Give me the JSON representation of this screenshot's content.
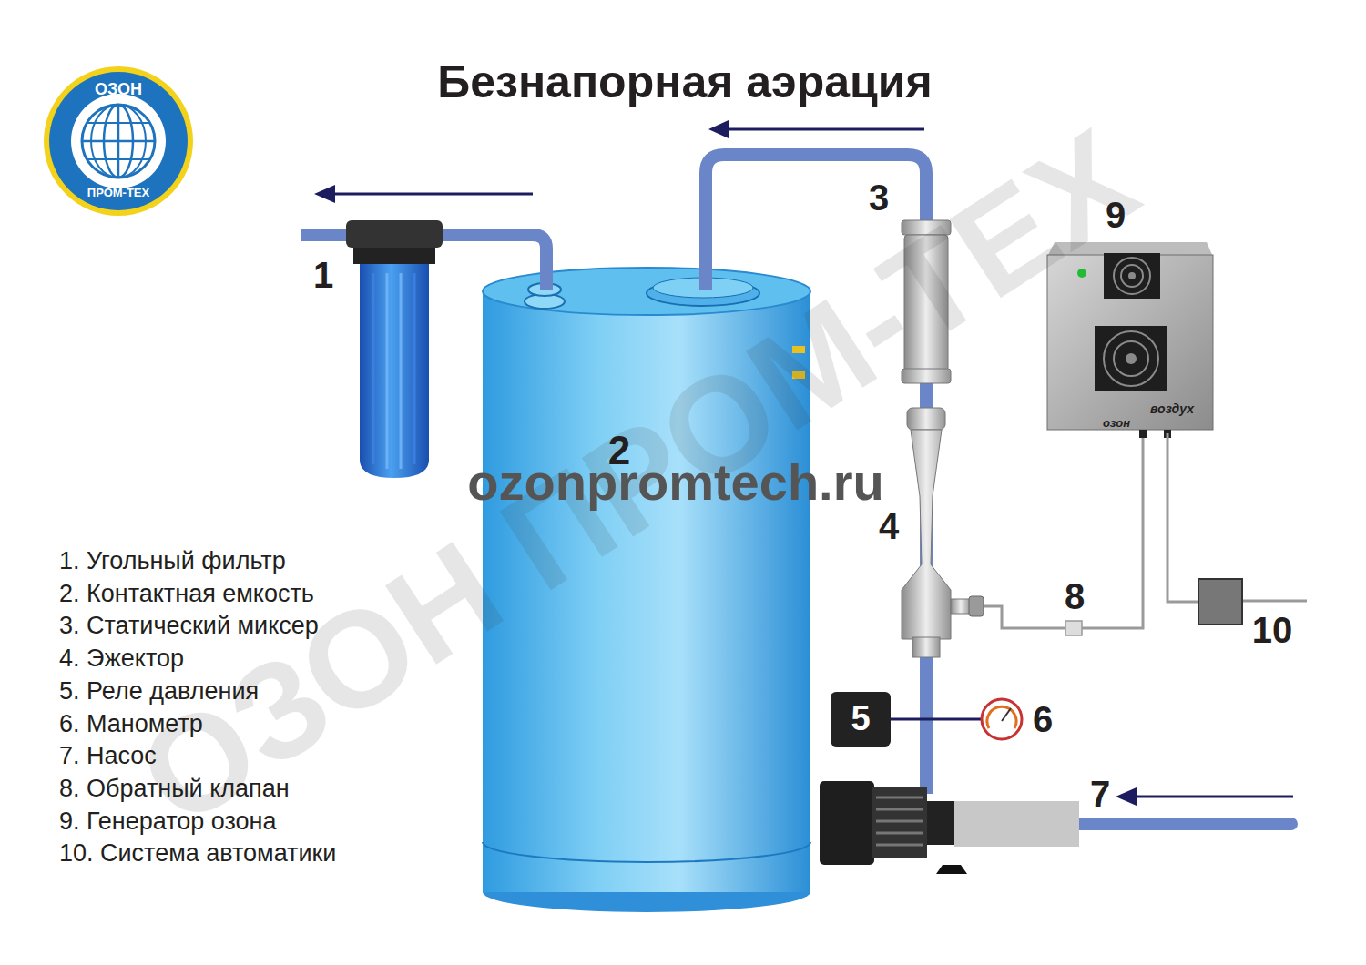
{
  "diagram": {
    "title": "Безнапорная аэрация",
    "nodes": [
      {
        "text": [
          "2"
        ]
      },
      {
        "text": [
          "5"
        ]
      },
      {
        "text": [
          "9",
          "озон",
          "воздух"
        ]
      },
      {
        "text": [
          "10"
        ]
      }
    ],
    "edges": [
      {
        "from": 2,
        "to": 3,
        "arrow": "none"
      }
    ],
    "labels": [
      "ОЗОН",
      "ПРОМ-ТЕХ",
      "1",
      "3",
      "4",
      "8",
      "6",
      "7",
      "ozonpromtech.ru",
      "1. Угольный фильтр",
      "2. Контактная емкость",
      "3. Статический миксер",
      "4. Эжектор",
      "5. Реле давления",
      "6. Манометр",
      "7. Насос",
      "8. Обратный клапан",
      "9. Генератор озона",
      "10. Система автоматики",
      "ОЗОН ПРОМ-ТЕХ"
    ]
  }
}
